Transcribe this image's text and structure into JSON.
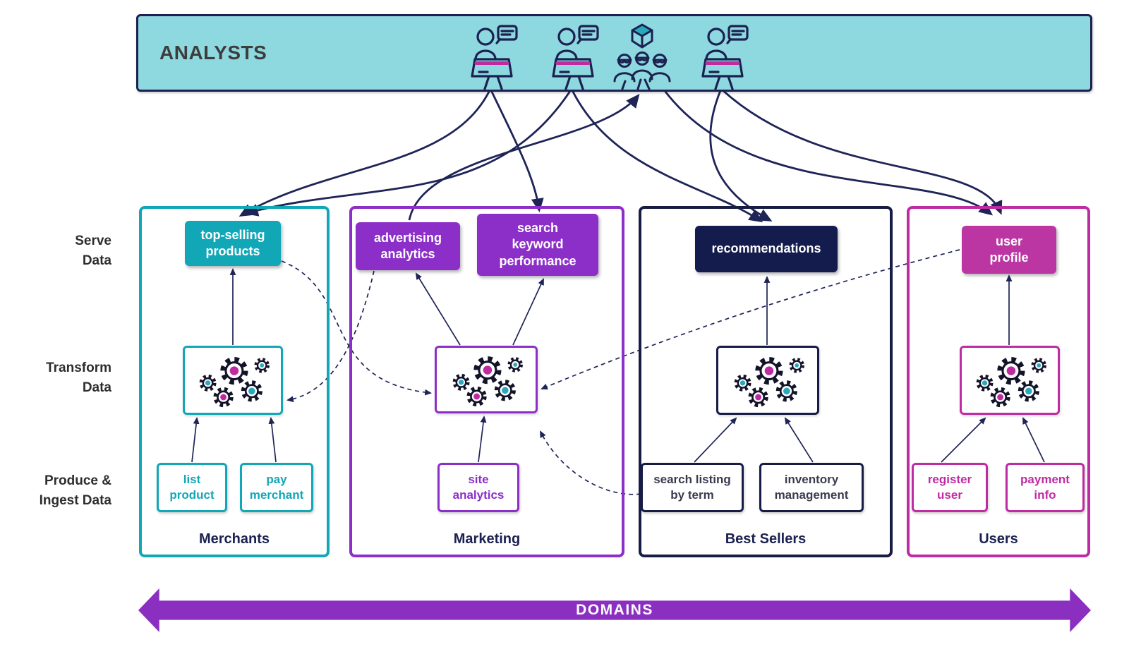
{
  "analysts_bar": {
    "label": "ANALYSTS"
  },
  "row_labels": {
    "serve": "Serve\nData",
    "transform": "Transform\nData",
    "produce": "Produce &\nIngest Data"
  },
  "domains": [
    {
      "name": "Merchants",
      "color": "#12a7b7",
      "serve_products": [
        {
          "label": "top-selling\nproducts"
        }
      ],
      "source_systems": [
        {
          "label": "list\nproduct"
        },
        {
          "label": "pay\nmerchant"
        }
      ]
    },
    {
      "name": "Marketing",
      "color": "#8c2fc9",
      "serve_products": [
        {
          "label": "advertising\nanalytics"
        },
        {
          "label": "search\nkeyword\nperformance"
        }
      ],
      "source_systems": [
        {
          "label": "site\nanalytics"
        }
      ]
    },
    {
      "name": "Best Sellers",
      "color": "#171c45",
      "serve_products": [
        {
          "label": "recommendations"
        }
      ],
      "source_systems": [
        {
          "label": "search listing\nby term"
        },
        {
          "label": "inventory\nmanagement"
        }
      ]
    },
    {
      "name": "Users",
      "color": "#bf2ba2",
      "serve_products": [
        {
          "label": "user\nprofile"
        }
      ],
      "source_systems": [
        {
          "label": "register\nuser"
        },
        {
          "label": "payment\ninfo"
        }
      ]
    }
  ],
  "domains_axis": {
    "label": "DOMAINS",
    "color": "#8b2fc1"
  },
  "icons": {
    "analyst_1": "analyst-laptop-chat-icon",
    "analyst_2": "analyst-laptop-chat-icon",
    "analyst_group": "analyst-group-cube-icon",
    "analyst_3": "analyst-laptop-chat-icon",
    "gears": "transform-gears-icon"
  },
  "colors": {
    "banner_fill": "#8ed8e0",
    "navy": "#1b2150",
    "teal": "#12a7b7",
    "purple": "#8c2fc9",
    "magenta": "#bf2ba2",
    "arrow": "#1e2456"
  }
}
